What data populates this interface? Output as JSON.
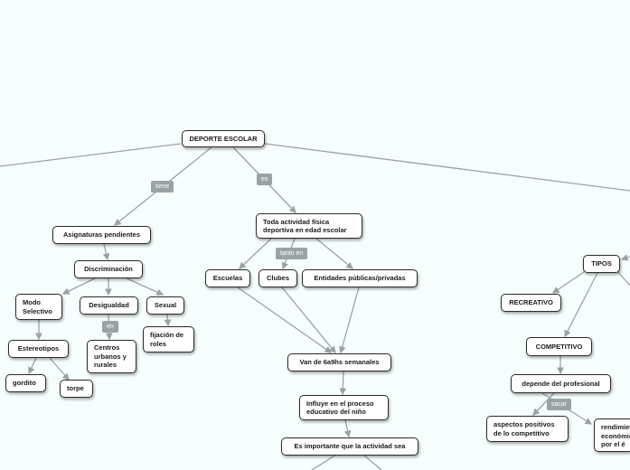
{
  "nodes": {
    "root": "DEPORTE ESCOLAR",
    "asignaturas": "Asignaturas pendientes",
    "discriminacion": "Discriminación",
    "modo_selectivo": "Modo\nSelectivo",
    "estereotipos": "Estereotipos",
    "gordito": "gordito",
    "torpe": "torpe",
    "desigualdad": "Desigualdad",
    "centros": "Centros\nurbanos y\nrurales",
    "sexual": "Sexual",
    "fijacion": "fijación de\nroles",
    "toda_actividad": "Toda actividad física\ndeportiva en edad escolar",
    "escuelas": "Escuelas",
    "clubes": "Clubes",
    "entidades": "Entidades públicas/privadas",
    "van": "Van de 6a9hs semanales",
    "influye": "Influye en el proceso\neducativo del niño",
    "importante": "Es importante que la actividad sea",
    "tipos": "TIPOS",
    "recreativo": "RECREATIVO",
    "competitivo": "COMPETITIVO",
    "depende": "depende del profesional",
    "aspectos": "aspectos positivos\nde lo competitivo",
    "rendimiento": "rendimiento\neconómico\npor el é"
  },
  "edge_labels": {
    "tiene": "tiene",
    "es": "es",
    "tanto_en": "tanto en",
    "en": "en",
    "sacar": "sacar"
  },
  "colors": {
    "background": "#f7fefe",
    "edge": "#9aa3a3",
    "label_bg": "#9aa3a3",
    "node_border": "#2c2c2c"
  }
}
